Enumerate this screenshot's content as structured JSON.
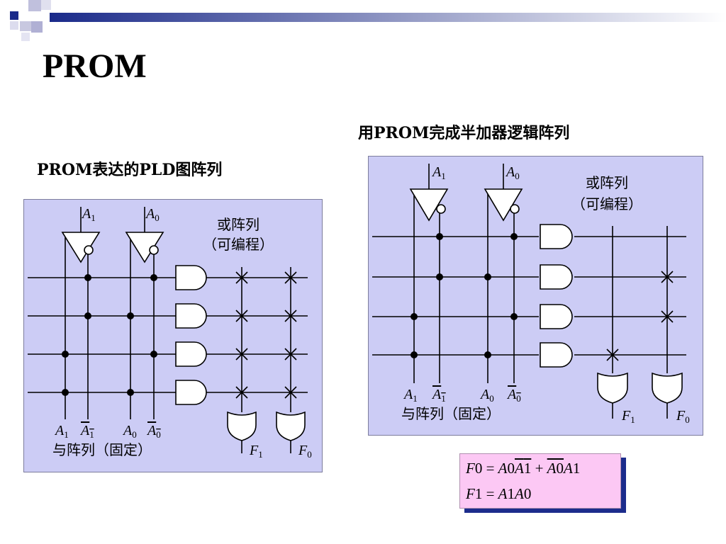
{
  "slide": {
    "title": "PROM"
  },
  "left_diagram": {
    "heading": "PROM表达的PLD图阵列",
    "or_array_label": "或阵列",
    "or_array_note": "（可编程）",
    "and_array_label": "与阵列（固定）",
    "inputs": [
      "A1",
      "A0"
    ],
    "outputs": [
      "F1",
      "F0"
    ]
  },
  "right_diagram": {
    "heading": "用PROM完成半加器逻辑阵列",
    "or_array_label": "或阵列",
    "or_array_note": "（可编程）",
    "and_array_label": "与阵列（固定）",
    "inputs": [
      "A1",
      "A0"
    ],
    "outputs": [
      "F1",
      "F0"
    ]
  },
  "formulas": {
    "f0": "F0 = A0·¬A1 + ¬A0·A1",
    "f1": "F1 = A1A0"
  },
  "colors": {
    "panel_bg": "#ccccf5",
    "formula_bg": "#fcc8f4",
    "formula_shadow": "#1c2c8c",
    "deco_dark": "#1a2a8a"
  }
}
